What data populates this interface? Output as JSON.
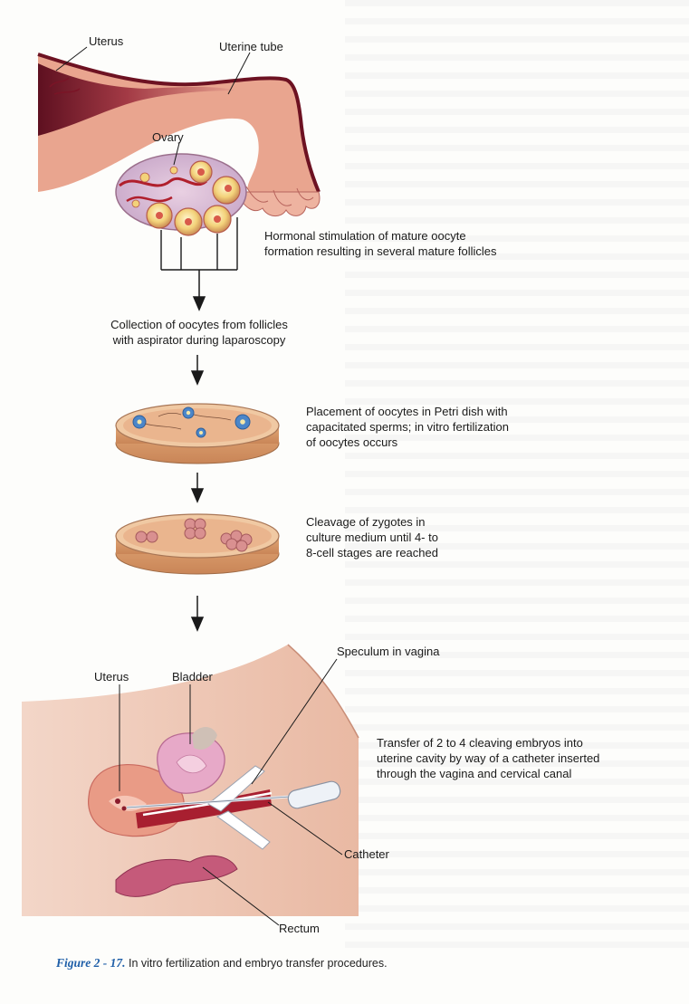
{
  "labels": {
    "top_uterus": "Uterus",
    "uterine_tube": "Uterine tube",
    "ovary": "Ovary",
    "bottom_uterus": "Uterus",
    "bladder": "Bladder",
    "speculum": "Speculum in vagina",
    "catheter": "Catheter",
    "rectum": "Rectum"
  },
  "steps": [
    [
      "Hormonal stimulation of mature oocyte",
      "formation resulting in several mature follicles"
    ],
    [
      "Collection of oocytes from follicles",
      "with aspirator during laparoscopy"
    ],
    [
      "Placement of oocytes in Petri dish with",
      "capacitated sperms; in vitro fertilization",
      "of oocytes occurs"
    ],
    [
      "Cleavage of zygotes in",
      "culture medium until 4- to",
      "8-cell stages are reached"
    ],
    [
      "Transfer of 2 to 4 cleaving embryos into",
      "uterine cavity by way of a catheter inserted",
      "through the vagina and cervical canal"
    ]
  ],
  "caption": {
    "figure": "Figure 2 - 17.",
    "text": " In vitro fertilization and embryo transfer procedures."
  },
  "colors": {
    "tissue": "#e9a58f",
    "tissue_dark": "#7a1426",
    "follicle": "#f3d27a",
    "dish": "#e8b98a",
    "bladder": "#e7a9c8",
    "oocyte": "#4b86c9"
  }
}
